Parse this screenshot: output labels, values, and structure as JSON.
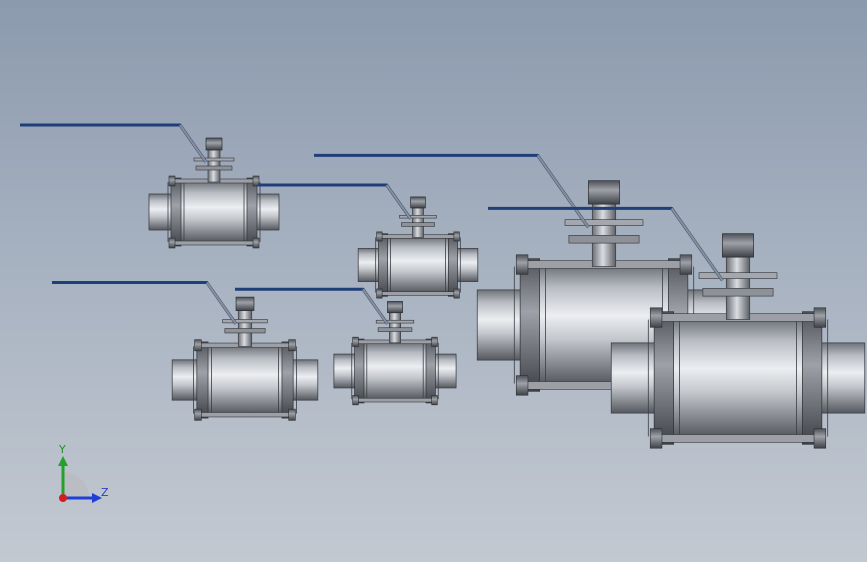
{
  "triad": {
    "y_label": "Y",
    "z_label": "Z",
    "colors": {
      "x": "#d21e1e",
      "y": "#25a02a",
      "z": "#1f3fd8"
    }
  },
  "scene": {
    "model": "ball-valve-assembly",
    "colors": {
      "background_top": "#8c9aae",
      "background_bottom": "#c3c9d1",
      "handle": "#1f3f78",
      "steel_dark": "#5a5e64",
      "steel_light": "#e4e6ea"
    }
  }
}
